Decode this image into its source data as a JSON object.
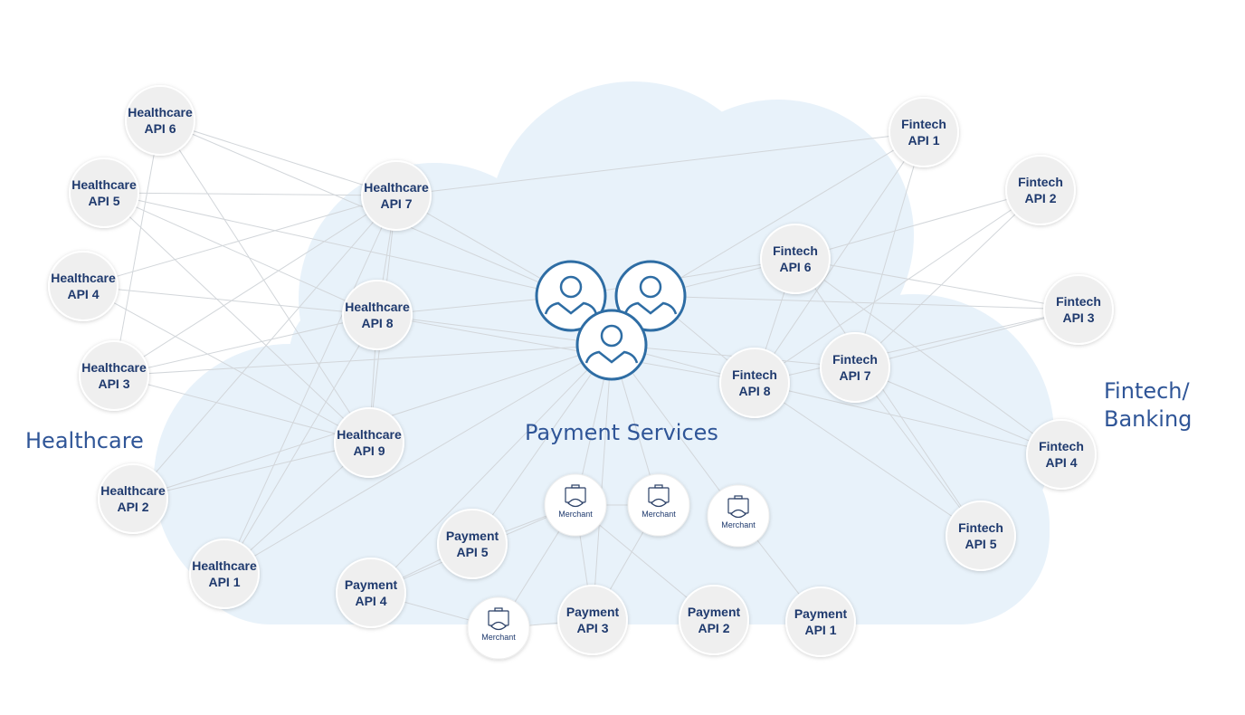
{
  "groups": {
    "healthcare": "Healthcare",
    "payment": "Payment Services",
    "fintech_line1": "Fintech/",
    "fintech_line2": "Banking"
  },
  "colors": {
    "cloud": "#e8f2fa",
    "node": "#efefef",
    "text": "#1f3a6e",
    "user": "#2e6da4",
    "edge": "#d2d6da"
  },
  "nodes": [
    {
      "id": "H6",
      "l1": "Healthcare",
      "l2": "API 6"
    },
    {
      "id": "H5",
      "l1": "Healthcare",
      "l2": "API 5"
    },
    {
      "id": "H4",
      "l1": "Healthcare",
      "l2": "API 4"
    },
    {
      "id": "H3",
      "l1": "Healthcare",
      "l2": "API 3"
    },
    {
      "id": "H2",
      "l1": "Healthcare",
      "l2": "API 2"
    },
    {
      "id": "H1",
      "l1": "Healthcare",
      "l2": "API 1"
    },
    {
      "id": "H7",
      "l1": "Healthcare",
      "l2": "API 7"
    },
    {
      "id": "H8",
      "l1": "Healthcare",
      "l2": "API 8"
    },
    {
      "id": "H9",
      "l1": "Healthcare",
      "l2": "API 9"
    },
    {
      "id": "F1",
      "l1": "Fintech",
      "l2": "API 1"
    },
    {
      "id": "F2",
      "l1": "Fintech",
      "l2": "API 2"
    },
    {
      "id": "F3",
      "l1": "Fintech",
      "l2": "API 3"
    },
    {
      "id": "F4",
      "l1": "Fintech",
      "l2": "API 4"
    },
    {
      "id": "F5",
      "l1": "Fintech",
      "l2": "API 5"
    },
    {
      "id": "F6",
      "l1": "Fintech",
      "l2": "API 6"
    },
    {
      "id": "F7",
      "l1": "Fintech",
      "l2": "API 7"
    },
    {
      "id": "F8",
      "l1": "Fintech",
      "l2": "API 8"
    },
    {
      "id": "P1",
      "l1": "Payment",
      "l2": "API 1"
    },
    {
      "id": "P2",
      "l1": "Payment",
      "l2": "API 2"
    },
    {
      "id": "P3",
      "l1": "Payment",
      "l2": "API 3"
    },
    {
      "id": "P4",
      "l1": "Payment",
      "l2": "API 4"
    },
    {
      "id": "P5",
      "l1": "Payment",
      "l2": "API 5"
    }
  ],
  "merchants": [
    {
      "id": "M1",
      "label": "Merchant"
    },
    {
      "id": "M2",
      "label": "Merchant"
    },
    {
      "id": "M3",
      "label": "Merchant"
    },
    {
      "id": "M4",
      "label": "Merchant"
    }
  ],
  "users": [
    {
      "id": "U1"
    },
    {
      "id": "U2"
    },
    {
      "id": "U3"
    }
  ],
  "edges": [
    [
      "H6",
      "H7"
    ],
    [
      "H6",
      "H9"
    ],
    [
      "H6",
      "H3"
    ],
    [
      "H6",
      "U1"
    ],
    [
      "H5",
      "H7"
    ],
    [
      "H5",
      "H8"
    ],
    [
      "H5",
      "U1"
    ],
    [
      "H5",
      "H9"
    ],
    [
      "H4",
      "H7"
    ],
    [
      "H4",
      "H8"
    ],
    [
      "H4",
      "H9"
    ],
    [
      "H3",
      "H7"
    ],
    [
      "H3",
      "H8"
    ],
    [
      "H3",
      "H9"
    ],
    [
      "H3",
      "U3"
    ],
    [
      "H2",
      "H7"
    ],
    [
      "H2",
      "H9"
    ],
    [
      "H2",
      "U3"
    ],
    [
      "H1",
      "H7"
    ],
    [
      "H1",
      "H8"
    ],
    [
      "H1",
      "H9"
    ],
    [
      "H1",
      "U3"
    ],
    [
      "H7",
      "U1"
    ],
    [
      "H7",
      "H8"
    ],
    [
      "H7",
      "H9"
    ],
    [
      "H8",
      "U1"
    ],
    [
      "H8",
      "U3"
    ],
    [
      "H8",
      "H9"
    ],
    [
      "H8",
      "F8"
    ],
    [
      "F1",
      "U2"
    ],
    [
      "F1",
      "F8"
    ],
    [
      "F1",
      "F7"
    ],
    [
      "F2",
      "F6"
    ],
    [
      "F2",
      "F8"
    ],
    [
      "F2",
      "F7"
    ],
    [
      "F3",
      "F6"
    ],
    [
      "F3",
      "U2"
    ],
    [
      "F3",
      "F8"
    ],
    [
      "F3",
      "F7"
    ],
    [
      "F4",
      "F6"
    ],
    [
      "F4",
      "F8"
    ],
    [
      "F4",
      "F7"
    ],
    [
      "F5",
      "F6"
    ],
    [
      "F5",
      "F8"
    ],
    [
      "F5",
      "F7"
    ],
    [
      "F6",
      "U1"
    ],
    [
      "F6",
      "U2"
    ],
    [
      "F6",
      "F8"
    ],
    [
      "F7",
      "U3"
    ],
    [
      "F8",
      "U2"
    ],
    [
      "F8",
      "U3"
    ],
    [
      "F1",
      "H7"
    ],
    [
      "U3",
      "P4"
    ],
    [
      "U3",
      "P5"
    ],
    [
      "U3",
      "M1"
    ],
    [
      "U3",
      "M2"
    ],
    [
      "U3",
      "M3"
    ],
    [
      "U3",
      "P3"
    ],
    [
      "P5",
      "M1"
    ],
    [
      "P4",
      "M1"
    ],
    [
      "P4",
      "M4"
    ],
    [
      "P4",
      "P5"
    ],
    [
      "M4",
      "M1"
    ],
    [
      "M4",
      "P3"
    ],
    [
      "M1",
      "P2"
    ],
    [
      "M1",
      "P3"
    ],
    [
      "M2",
      "P3"
    ],
    [
      "M3",
      "P1"
    ],
    [
      "M1",
      "M2"
    ]
  ]
}
